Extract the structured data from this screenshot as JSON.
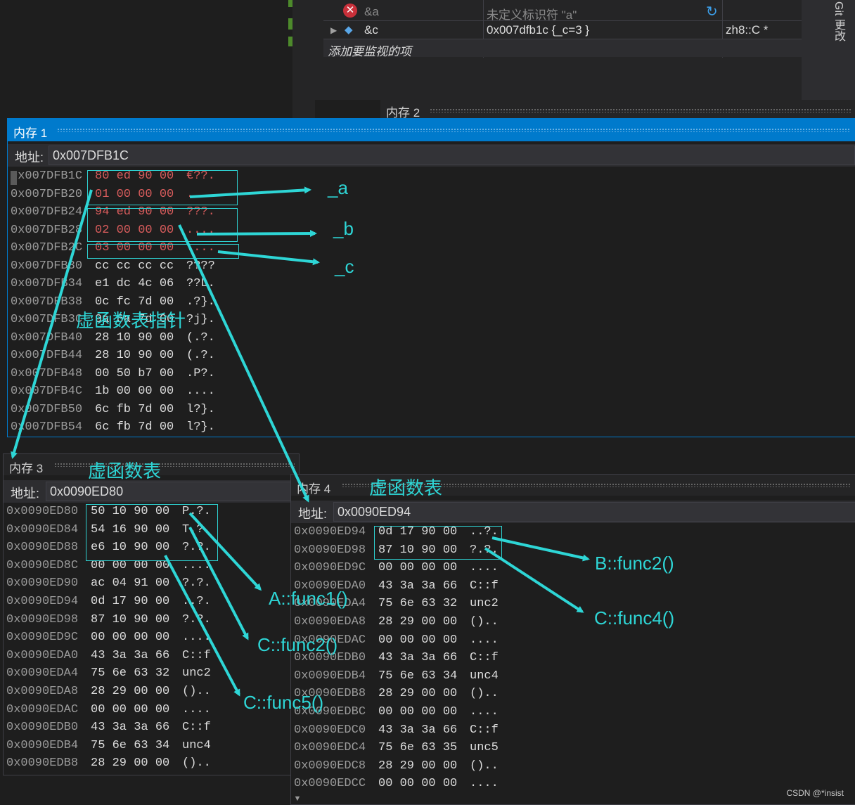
{
  "watch": {
    "rows": [
      {
        "name": "&a",
        "value": "未定义标识符 \"a\"",
        "type": "",
        "icon": "error-icon"
      },
      {
        "name": "&c",
        "value": "0x007dfb1c {_c=3 }",
        "type": "zh8::C *",
        "icon": "object-icon"
      },
      {
        "name": "添加要监视的项",
        "value": "",
        "type": ""
      }
    ]
  },
  "git_tab": "Git 更改",
  "mem1": {
    "title": "内存 1",
    "addr_label": "地址:",
    "addr_value": "0x007DFB1C",
    "rows": [
      {
        "addr": "0x007DFB1C",
        "hex": "80 ed 90 00",
        "ascii": "€??.",
        "hl": true
      },
      {
        "addr": "0x007DFB20",
        "hex": "01 00 00 00",
        "ascii": "....",
        "hl": true
      },
      {
        "addr": "0x007DFB24",
        "hex": "94 ed 90 00",
        "ascii": "???.",
        "hl": true
      },
      {
        "addr": "0x007DFB28",
        "hex": "02 00 00 00",
        "ascii": "....",
        "hl": true
      },
      {
        "addr": "0x007DFB2C",
        "hex": "03 00 00 00",
        "ascii": "....",
        "hl": true
      },
      {
        "addr": "0x007DFB30",
        "hex": "cc cc cc cc",
        "ascii": "????"
      },
      {
        "addr": "0x007DFB34",
        "hex": "e1 dc 4c 06",
        "ascii": "??L."
      },
      {
        "addr": "0x007DFB38",
        "hex": "0c fc 7d 00",
        "ascii": ".?}."
      },
      {
        "addr": "0x007DFB3C",
        "hex": "9a 6a 7d 00",
        "ascii": "?j}."
      },
      {
        "addr": "0x007DFB40",
        "hex": "28 10 90 00",
        "ascii": "(.?."
      },
      {
        "addr": "0x007DFB44",
        "hex": "28 10 90 00",
        "ascii": "(.?."
      },
      {
        "addr": "0x007DFB48",
        "hex": "00 50 b7 00",
        "ascii": ".P?."
      },
      {
        "addr": "0x007DFB4C",
        "hex": "1b 00 00 00",
        "ascii": "...."
      },
      {
        "addr": "0x007DFB50",
        "hex": "6c fb 7d 00",
        "ascii": "l?}."
      },
      {
        "addr": "0x007DFB54",
        "hex": "6c fb 7d 00",
        "ascii": "l?}."
      }
    ]
  },
  "mem2": {
    "title": "内存 2"
  },
  "mem3": {
    "title": "内存 3",
    "addr_label": "地址:",
    "addr_value": "0x0090ED80",
    "rows": [
      {
        "addr": "0x0090ED80",
        "hex": "50 10 90 00",
        "ascii": "P.?."
      },
      {
        "addr": "0x0090ED84",
        "hex": "54 16 90 00",
        "ascii": "T.?."
      },
      {
        "addr": "0x0090ED88",
        "hex": "e6 10 90 00",
        "ascii": "?.?."
      },
      {
        "addr": "0x0090ED8C",
        "hex": "00 00 00 00",
        "ascii": "...."
      },
      {
        "addr": "0x0090ED90",
        "hex": "ac 04 91 00",
        "ascii": "?.?."
      },
      {
        "addr": "0x0090ED94",
        "hex": "0d 17 90 00",
        "ascii": "..?."
      },
      {
        "addr": "0x0090ED98",
        "hex": "87 10 90 00",
        "ascii": "?.?."
      },
      {
        "addr": "0x0090ED9C",
        "hex": "00 00 00 00",
        "ascii": "...."
      },
      {
        "addr": "0x0090EDA0",
        "hex": "43 3a 3a 66",
        "ascii": "C::f"
      },
      {
        "addr": "0x0090EDA4",
        "hex": "75 6e 63 32",
        "ascii": "unc2"
      },
      {
        "addr": "0x0090EDA8",
        "hex": "28 29 00 00",
        "ascii": "().."
      },
      {
        "addr": "0x0090EDAC",
        "hex": "00 00 00 00",
        "ascii": "...."
      },
      {
        "addr": "0x0090EDB0",
        "hex": "43 3a 3a 66",
        "ascii": "C::f"
      },
      {
        "addr": "0x0090EDB4",
        "hex": "75 6e 63 34",
        "ascii": "unc4"
      },
      {
        "addr": "0x0090EDB8",
        "hex": "28 29 00 00",
        "ascii": "().."
      }
    ]
  },
  "mem4": {
    "title": "内存 4",
    "addr_label": "地址:",
    "addr_value": "0x0090ED94",
    "rows": [
      {
        "addr": "0x0090ED94",
        "hex": "0d 17 90 00",
        "ascii": "..?."
      },
      {
        "addr": "0x0090ED98",
        "hex": "87 10 90 00",
        "ascii": "?.?."
      },
      {
        "addr": "0x0090ED9C",
        "hex": "00 00 00 00",
        "ascii": "...."
      },
      {
        "addr": "0x0090EDA0",
        "hex": "43 3a 3a 66",
        "ascii": "C::f"
      },
      {
        "addr": "0x0090EDA4",
        "hex": "75 6e 63 32",
        "ascii": "unc2"
      },
      {
        "addr": "0x0090EDA8",
        "hex": "28 29 00 00",
        "ascii": "().."
      },
      {
        "addr": "0x0090EDAC",
        "hex": "00 00 00 00",
        "ascii": "...."
      },
      {
        "addr": "0x0090EDB0",
        "hex": "43 3a 3a 66",
        "ascii": "C::f"
      },
      {
        "addr": "0x0090EDB4",
        "hex": "75 6e 63 34",
        "ascii": "unc4"
      },
      {
        "addr": "0x0090EDB8",
        "hex": "28 29 00 00",
        "ascii": "().."
      },
      {
        "addr": "0x0090EDBC",
        "hex": "00 00 00 00",
        "ascii": "...."
      },
      {
        "addr": "0x0090EDC0",
        "hex": "43 3a 3a 66",
        "ascii": "C::f"
      },
      {
        "addr": "0x0090EDC4",
        "hex": "75 6e 63 35",
        "ascii": "unc5"
      },
      {
        "addr": "0x0090EDC8",
        "hex": "28 29 00 00",
        "ascii": "().."
      },
      {
        "addr": "0x0090EDCC",
        "hex": "00 00 00 00",
        "ascii": "...."
      }
    ]
  },
  "annotations": {
    "a": "_a",
    "b": "_b",
    "c": "_c",
    "vptr": "虚函数表指针",
    "vtable3": "虚函数表",
    "vtable4": "虚函数表",
    "a_func1": "A::func1()",
    "c_func2": "C::func2()",
    "c_func5": "C::func5()",
    "b_func2": "B::func2()",
    "c_func4": "C::func4()"
  },
  "watermark": "CSDN @*insist",
  "colors": {
    "annotation": "#2ed6d6",
    "highlight_text": "#d85c5c",
    "active_title": "#007acc"
  }
}
